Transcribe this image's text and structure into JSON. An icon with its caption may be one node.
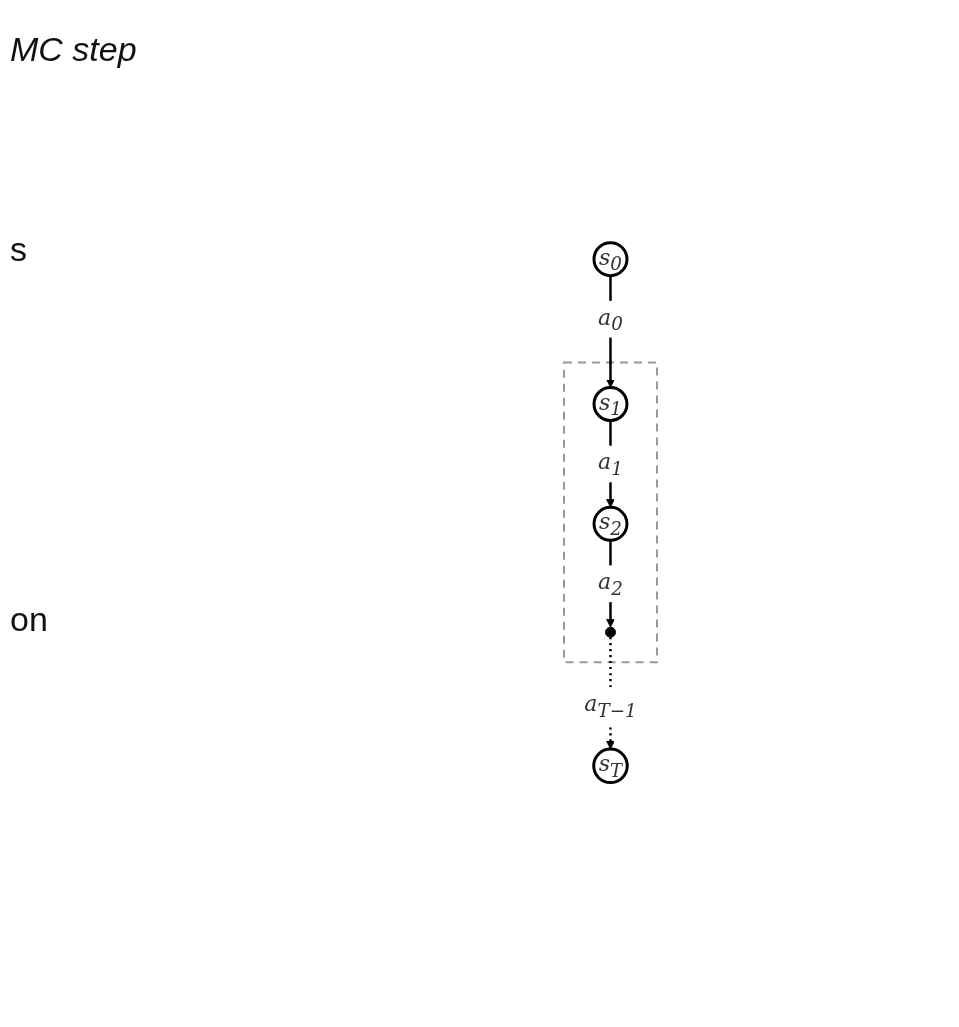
{
  "diagram": {
    "nodes": [
      {
        "text": [],
        "shape": "sector"
      },
      {
        "text": [
          "s$_{0}$"
        ]
      },
      {
        "text": [
          "s$_{1}$"
        ],
        "in": 0
      },
      {
        "text": [
          "s$_{2}$"
        ],
        "in": 0
      },
      {
        "text": [],
        "shape": "point",
        "in": 0
      },
      {
        "text": [
          "s$_{T}$"
        ]
      }
    ],
    "edges": [
      {
        "from": 1,
        "to": 2,
        "arrow": "to",
        "label": "a$_{0}$"
      },
      {
        "from": 2,
        "to": 3,
        "arrow": "to",
        "label": "a$_{1}$"
      },
      {
        "from": 3,
        "to": 4,
        "arrow": "to",
        "label": "a$_{2}$"
      },
      {
        "from": 4,
        "to": 5,
        "arrow": "to",
        "label": "a$_{T−1}$",
        "style": "dashed"
      }
    ],
    "labels": [
      "MC step",
      "s",
      "on"
    ]
  }
}
